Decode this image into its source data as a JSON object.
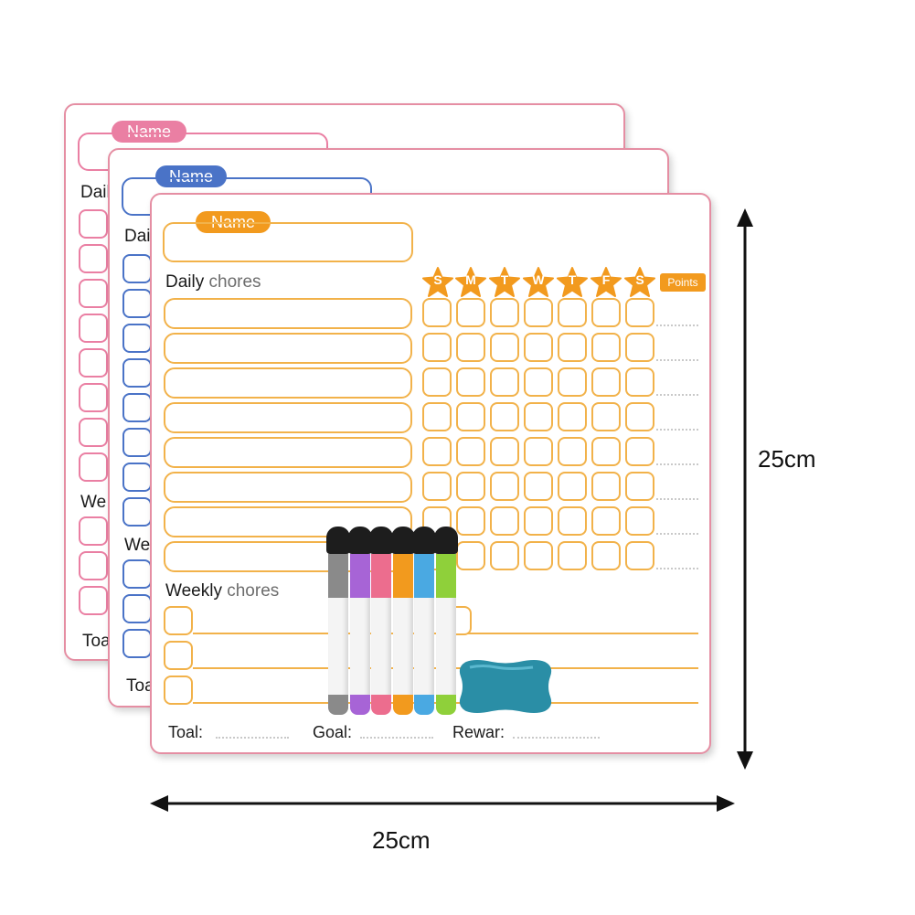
{
  "boards": [
    {
      "name_label": "Name",
      "color": "#ea7fa3",
      "partial_labels": [
        "Dail",
        "We",
        "Toa"
      ]
    },
    {
      "name_label": "Name",
      "color": "#4a73c7",
      "partial_labels": [
        "Dai",
        "We",
        "Toa"
      ]
    },
    {
      "name_label": "Name",
      "color": "#f29a1e"
    }
  ],
  "front": {
    "daily_label_strong": "Daily",
    "daily_label_light": "chores",
    "weekly_label_strong": "Weekly",
    "weekly_label_light": "chores",
    "days": [
      "S",
      "M",
      "T",
      "W",
      "T",
      "F",
      "S"
    ],
    "points_label": "Points",
    "footer": {
      "total": "Toal:",
      "goal": "Goal:",
      "reward": "Rewar:"
    }
  },
  "markers": {
    "colors": [
      "#8a8a8a",
      "#a764d6",
      "#ec6d8e",
      "#f29a1e",
      "#4aa9e2",
      "#8fd03a"
    ]
  },
  "eraser": {
    "color": "#2a8ea6"
  },
  "dimensions": {
    "width": "25cm",
    "height": "25cm"
  }
}
